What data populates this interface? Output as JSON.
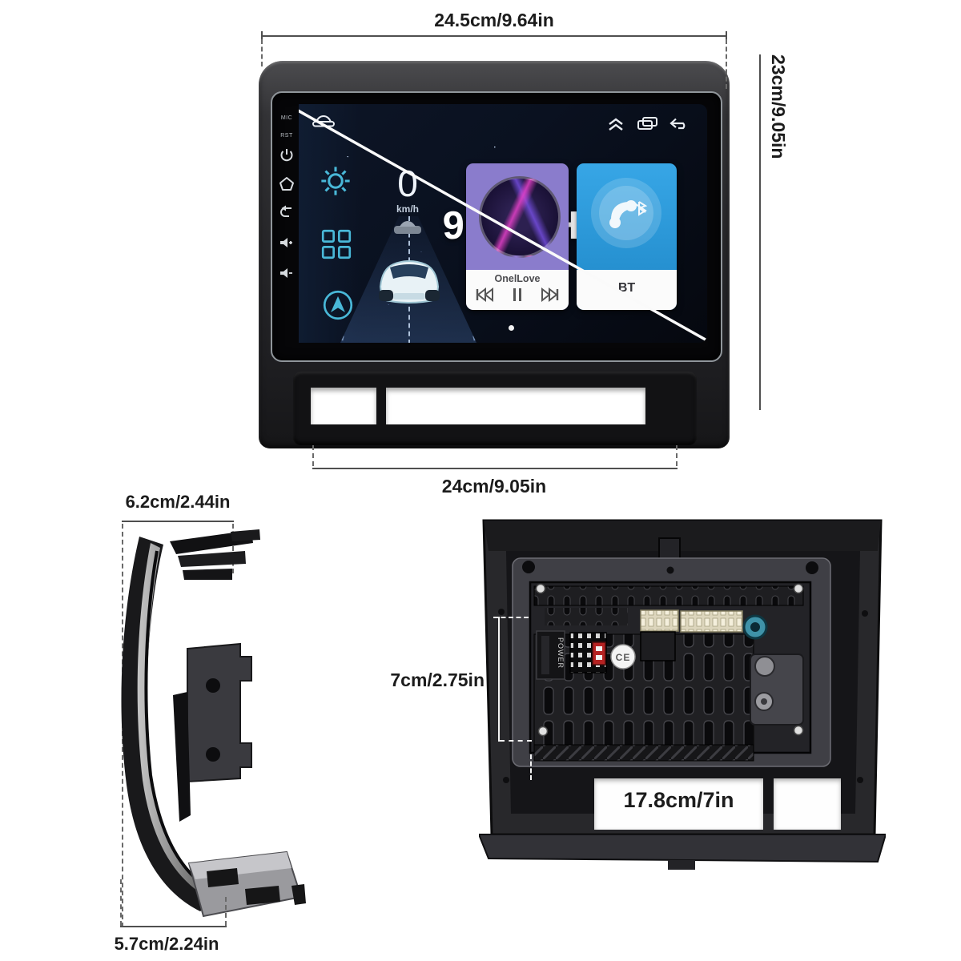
{
  "dimensions": {
    "top_width": "24.5cm/9.64in",
    "height": "23cm/9.05in",
    "bottom_width": "24cm/9.05in",
    "side_top": "6.2cm/2.44in",
    "side_bottom": "5.7cm/2.24in",
    "rear_height": "7cm/2.75in",
    "rear_width": "17.8cm/7in"
  },
  "bezel": {
    "mic": "MIC",
    "rst": "RST"
  },
  "screen": {
    "speed_value": "0",
    "speed_unit": "km/h",
    "size_label": "9 INCH",
    "music_title": "OnelLove",
    "bt_label": "BT"
  },
  "rear": {
    "power_label": "POWER",
    "ce_label": "CE"
  },
  "colors": {
    "accent_teal": "#49b8d8",
    "music_purple": "#8a7ccc",
    "bt_blue": "#2f9edd",
    "bezel_dark": "#232326"
  }
}
